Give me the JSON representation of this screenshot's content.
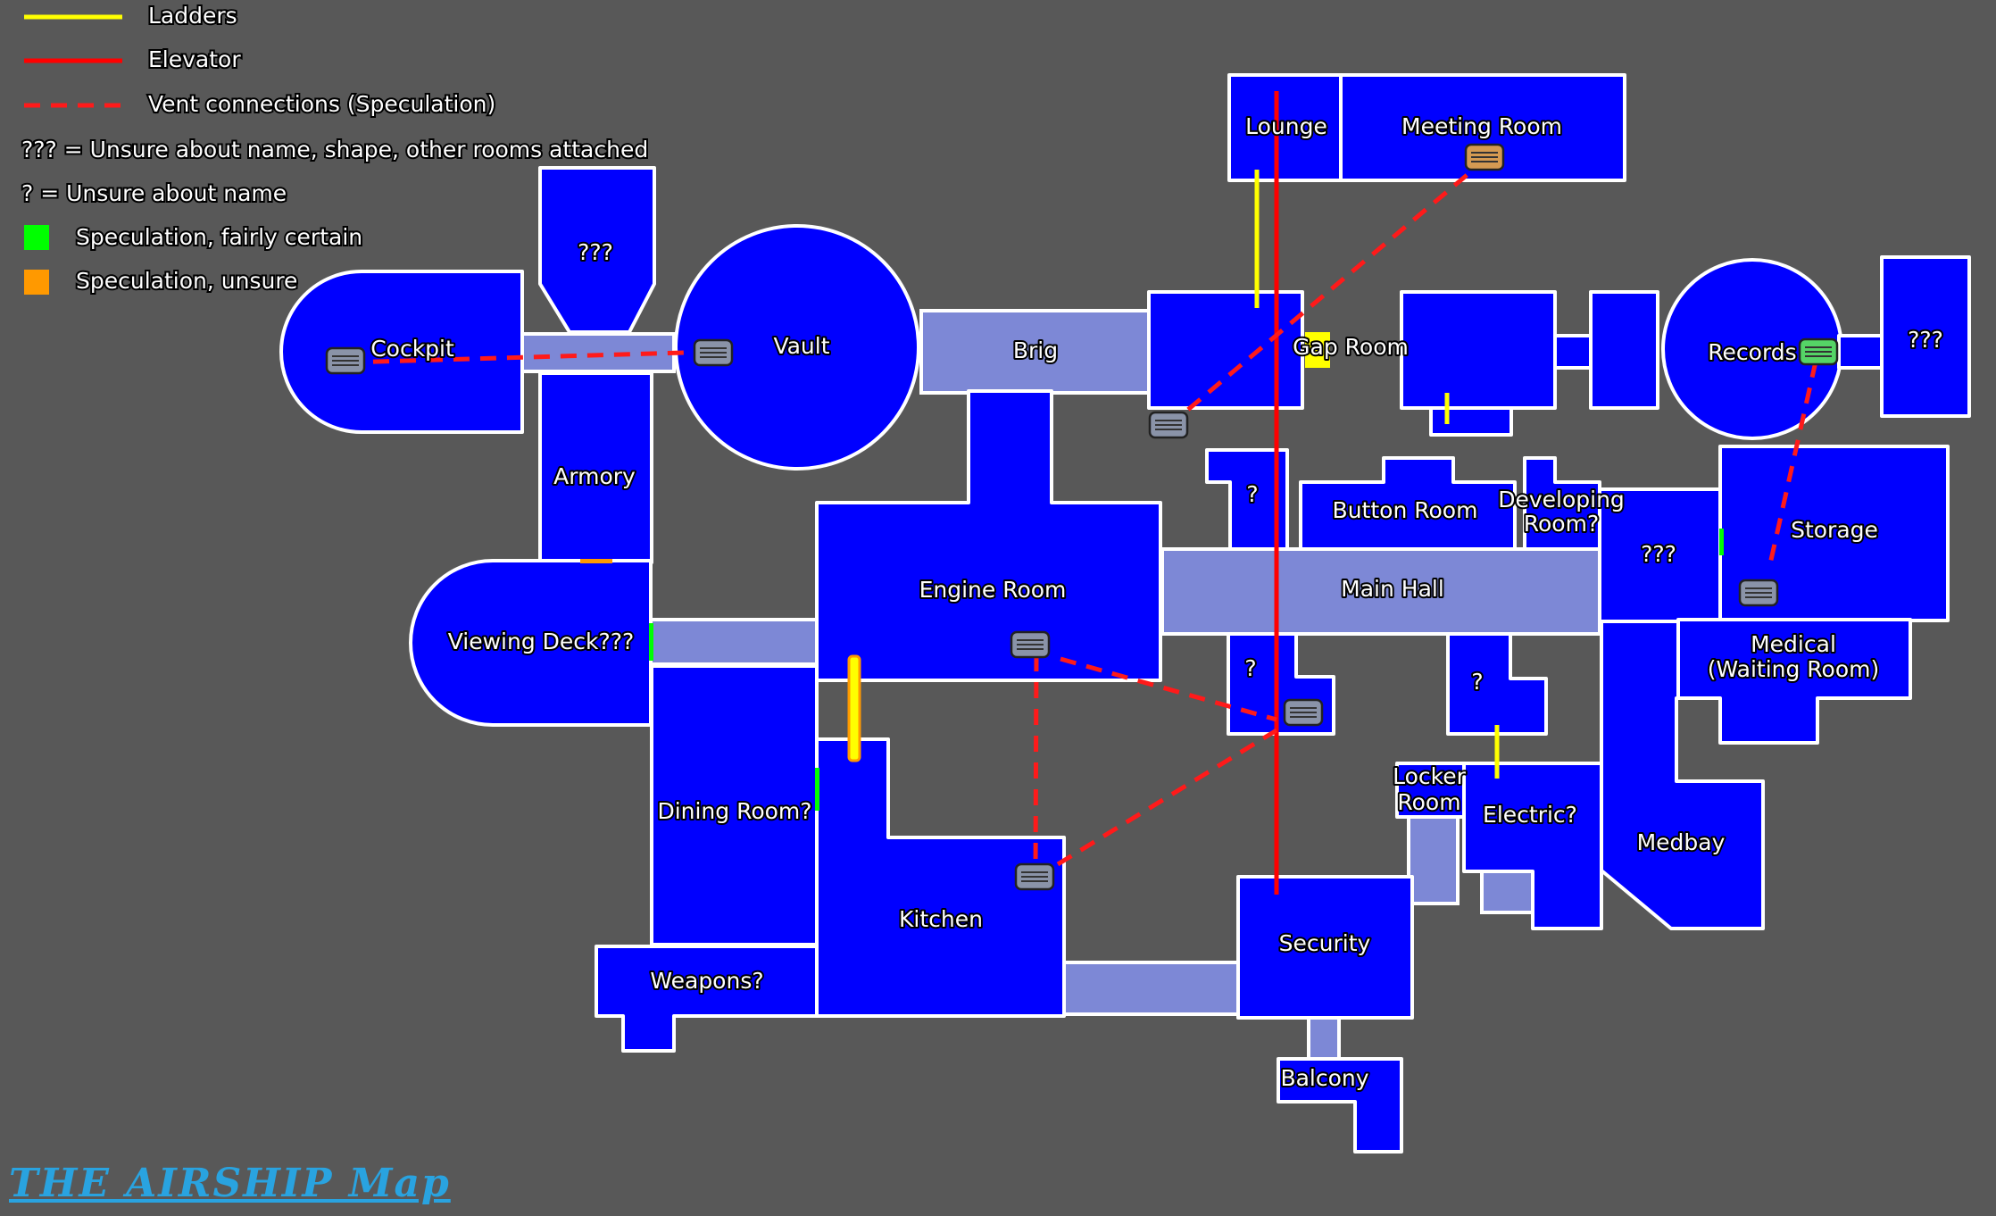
{
  "legend": {
    "ladders": "Ladders",
    "elevator": "Elevator",
    "vents": "Vent connections (Speculation)",
    "unsure_all": "??? = Unsure about name, shape, other rooms attached",
    "unsure_name": "? = Unsure about name",
    "fairly_certain": "Speculation, fairly certain",
    "unsure": "Speculation, unsure"
  },
  "colors": {
    "room": "#0000ff",
    "hallway": "#7d88d6",
    "background": "#585858",
    "ladder": "#ffff00",
    "elevator": "#ff0000",
    "fairly_certain": "#00ff00",
    "unsure": "#ff9900",
    "title": "#29a3e0"
  },
  "rooms": {
    "cockpit": "Cockpit",
    "unknown_top": "???",
    "vault": "Vault",
    "brig": "Brig",
    "armory": "Armory",
    "viewing_deck": "Viewing Deck???",
    "engine_room": "Engine Room",
    "dining_room": "Dining Room?",
    "kitchen": "Kitchen",
    "weapons": "Weapons?",
    "lounge": "Lounge",
    "meeting_room": "Meeting Room",
    "gap_room": "Gap Room",
    "records": "Records",
    "unknown_right": "???",
    "q_upper": "?",
    "button_room": "Button Room",
    "developing_room_1": "Developing",
    "developing_room_2": "Room?",
    "unknown_mid": "???",
    "storage": "Storage",
    "main_hall": "Main Hall",
    "q_lower": "?",
    "q_right": "?",
    "medical_1": "Medical",
    "medical_2": "(Waiting Room)",
    "locker_room_1": "Locker",
    "locker_room_2": "Room",
    "electric": "Electric?",
    "medbay": "Medbay",
    "security": "Security",
    "balcony": "Balcony"
  },
  "icons": {
    "vent": "vent-icon"
  },
  "title": "THE AIRSHIP Map"
}
